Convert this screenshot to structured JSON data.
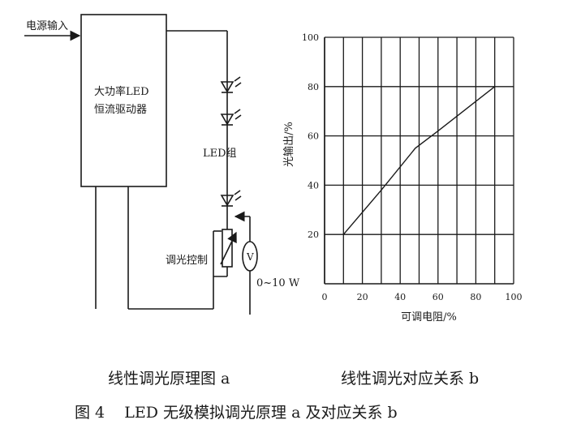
{
  "circuit": {
    "power_input_label": "电源输入",
    "driver_label_line1": "大功率LED",
    "driver_label_line2": "恒流驱动器",
    "led_group_label": "LED组",
    "dimming_control_label": "调光控制",
    "meter_symbol": "V",
    "voltage_range_label": "0~10 W"
  },
  "chart_data": {
    "type": "line",
    "xlabel": "可调电阻/%",
    "ylabel": "光输出/%",
    "xlim": [
      0,
      100
    ],
    "ylim": [
      0,
      100
    ],
    "x_ticks": [
      0,
      20,
      40,
      60,
      80,
      100
    ],
    "y_ticks": [
      20,
      40,
      60,
      80,
      100
    ],
    "grid": true,
    "series": [
      {
        "x": [
          10,
          30,
          48,
          60,
          75,
          90
        ],
        "y": [
          20,
          38,
          55,
          62,
          71,
          80
        ]
      }
    ]
  },
  "captions": {
    "sub_a": "线性调光原理图 a",
    "sub_b": "线性调光对应关系 b",
    "figure": "图 4    LED 无级模拟调光原理 a 及对应关系 b"
  }
}
